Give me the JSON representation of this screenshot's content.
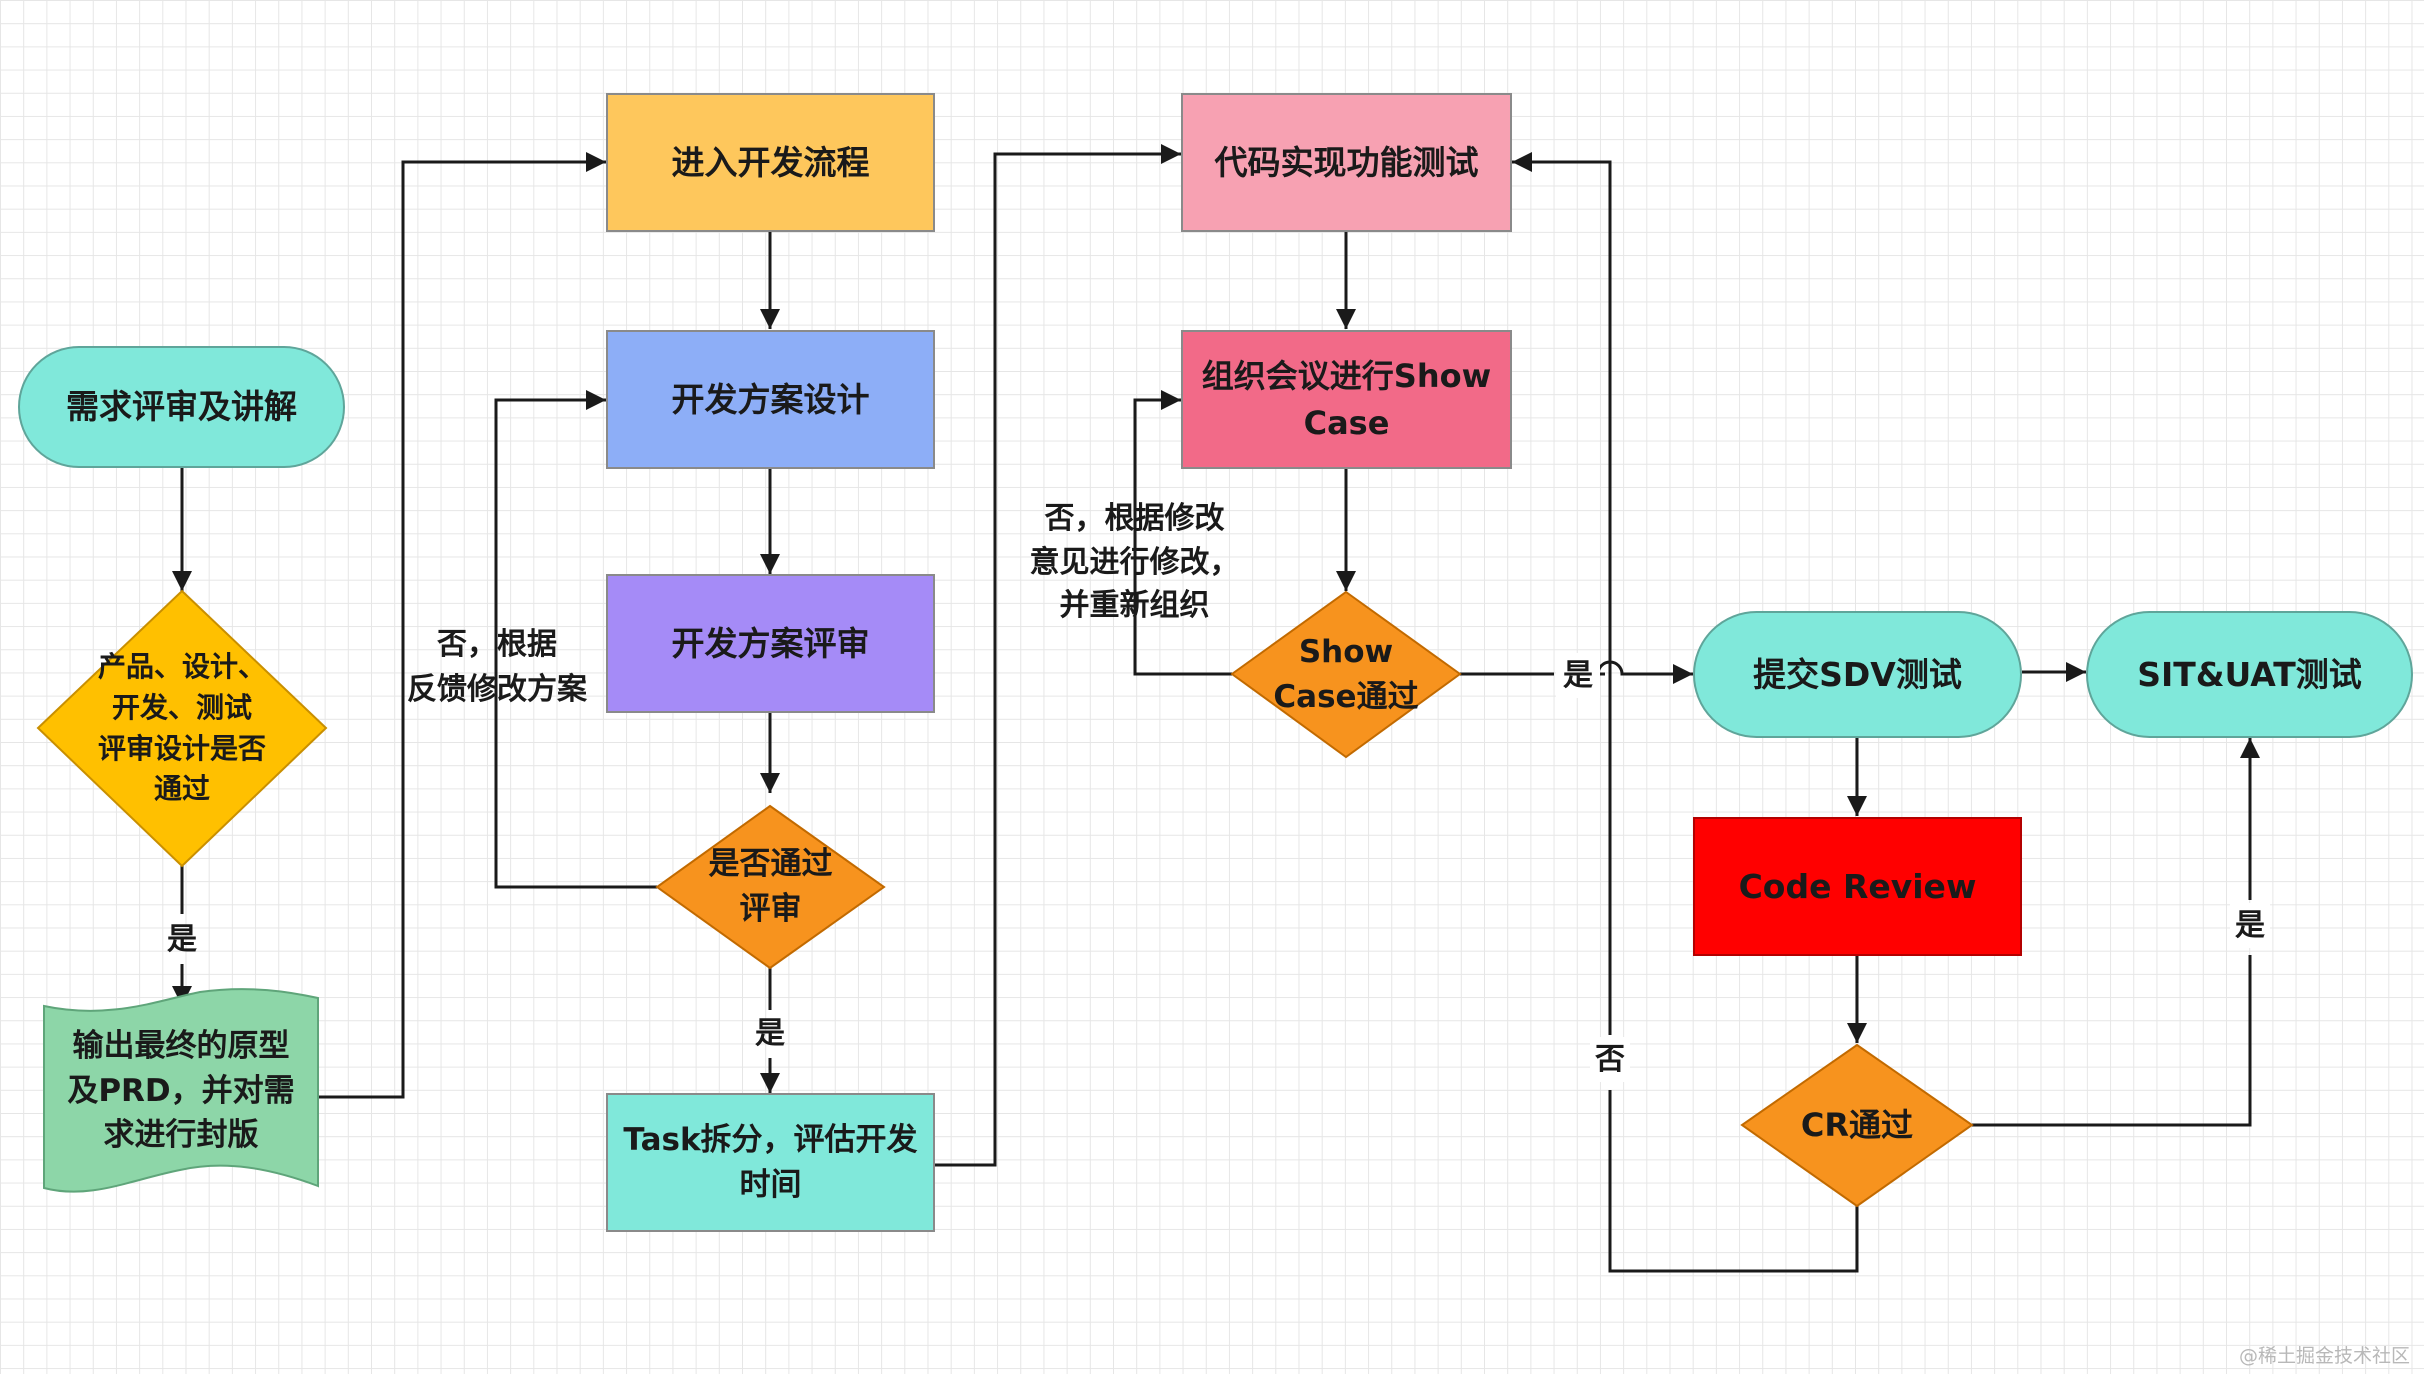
{
  "colors": {
    "teal": "#80E8DA",
    "yellow_diamond": "#FFC000",
    "orange_diamond": "#F7931E",
    "green_doc": "#8DD6A8",
    "orange_box": "#FEC75C",
    "blue_box": "#8DAEF7",
    "purple_box": "#A58BF7",
    "pink_box": "#F7A1B2",
    "rose_box": "#F26A88",
    "red_box": "#FF0000",
    "line": "#1a1a1a"
  },
  "nodes": {
    "req_review": "需求评审及讲解",
    "pass_check": [
      "产品、设计、",
      "开发、测试",
      "评审设计是否",
      "通过"
    ],
    "output_prd": [
      "输出最终的原型",
      "及PRD，并对需",
      "求进行封版"
    ],
    "enter_dev": "进入开发流程",
    "dev_design": "开发方案设计",
    "dev_review": "开发方案评审",
    "review_pass": [
      "是否通过",
      "评审"
    ],
    "task_split": [
      "Task拆分，评估开发",
      "时间"
    ],
    "code_test": "代码实现功能测试",
    "showcase_meeting": [
      "组织会议进行Show",
      "Case"
    ],
    "showcase_pass": [
      "Show",
      "Case通过"
    ],
    "submit_sdv": "提交SDV测试",
    "sit_uat": "SIT&UAT测试",
    "code_review": "Code Review",
    "cr_pass": "CR通过"
  },
  "labels": {
    "yes_prd": "是",
    "no_redesign": [
      "否，根据",
      "反馈修改方案"
    ],
    "yes_task": "是",
    "no_showcase": [
      "否，根据修改",
      "意见进行修改，",
      "并重新组织"
    ],
    "yes_showcase": "是",
    "no_cr": "否",
    "yes_cr": "是"
  },
  "watermark": "@稀土掘金技术社区"
}
